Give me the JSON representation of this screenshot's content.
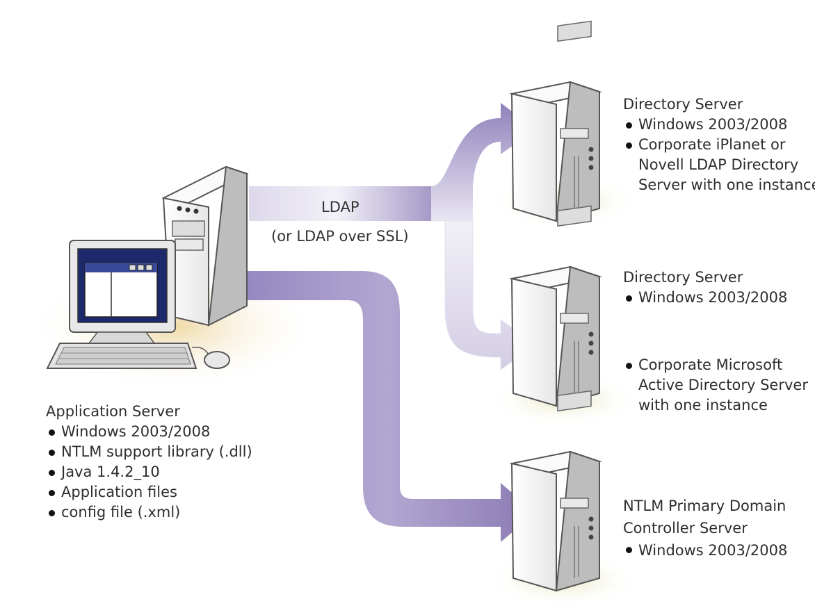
{
  "connection": {
    "protocol": "LDAP",
    "protocol_alt": "(or LDAP over SSL)"
  },
  "app_server": {
    "title": "Application Server",
    "items": [
      "Windows 2003/2008",
      "NTLM support library (.dll)",
      "Java 1.4.2_10",
      "Application files",
      "config file (.xml)"
    ]
  },
  "dir_server_1": {
    "title": "Directory Server",
    "items": [
      "Windows 2003/2008",
      "Corporate iPlanet or",
      "Novell LDAP Directory",
      "Server with one instance"
    ]
  },
  "dir_server_2": {
    "title": "Directory Server",
    "items": [
      "Windows 2003/2008",
      "Corporate Microsoft",
      "Active Directory Server",
      "with one instance"
    ]
  },
  "ntlm_server": {
    "title_line1": "NTLM Primary Domain",
    "title_line2": "Controller Server",
    "items": [
      "Windows 2003/2008"
    ]
  },
  "colors": {
    "arrow": "#8a7ab3",
    "arrow_light": "#ece8f5",
    "server_body": "#f2f2f2",
    "shadow": "#e7e6bf"
  }
}
